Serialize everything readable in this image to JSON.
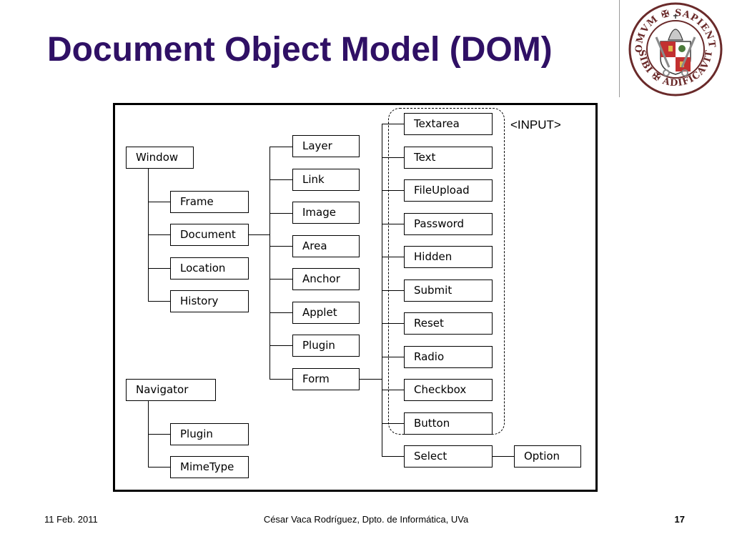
{
  "slide": {
    "title": "Document Object Model (DOM)",
    "footer_date": "11 Feb. 2011",
    "footer_author": "César Vaca Rodríguez, Dpto. de Informática, UVa",
    "page_number": "17"
  },
  "logo": {
    "text_top": "DOMVM ✠ SAPIENTIA",
    "text_bottom": "SIBI ✠ ADIFICAVIT"
  },
  "diagram": {
    "input_label": "<INPUT>",
    "nodes": {
      "window": "Window",
      "frame": "Frame",
      "document": "Document",
      "location": "Location",
      "history": "History",
      "navigator": "Navigator",
      "nav_plugin": "Plugin",
      "mimetype": "MimeType",
      "layer": "Layer",
      "link": "Link",
      "image": "Image",
      "area": "Area",
      "anchor": "Anchor",
      "applet": "Applet",
      "doc_plugin": "Plugin",
      "form": "Form",
      "textarea": "Textarea",
      "text": "Text",
      "fileupload": "FileUpload",
      "password": "Password",
      "hidden": "Hidden",
      "submit": "Submit",
      "reset": "Reset",
      "radio": "Radio",
      "checkbox": "Checkbox",
      "button": "Button",
      "select": "Select",
      "option": "Option"
    }
  }
}
